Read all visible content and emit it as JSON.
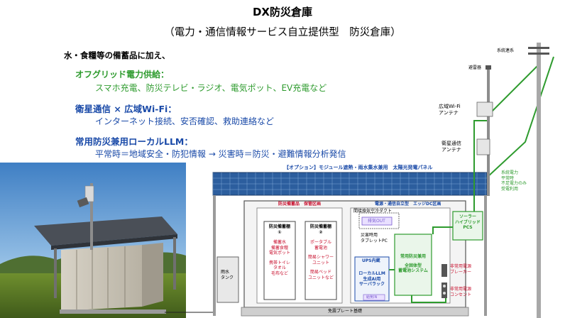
{
  "header": {
    "title": "DX防災倉庫",
    "subtitle": "（電力・通信情報サービス自立提供型　防災倉庫）"
  },
  "features": {
    "intro": "水・食糧等の備蓄品に加え、",
    "items": [
      {
        "heading": "オフグリッド電力供給：",
        "detail": "スマホ充電、防災テレビ・ラジオ、電気ポット、EV充電など"
      },
      {
        "heading": "衛星通信 × 広域Wi-Fi：",
        "detail": "インターネット接続、安否確認、救助連絡など"
      },
      {
        "heading": "常用防災兼用ローカルLLM：",
        "detail": "平常時＝地域安全・防犯情報 → 災害時＝防災・避難情報分析発信"
      }
    ]
  },
  "diagram": {
    "solar_option": "【オプション】モジュール遮熱・雨水集水兼用　太陽光発電パネル",
    "system_grid": "系統連系",
    "lightning_rod": "避雷器",
    "wifi_antenna": [
      "広域Wi-Fi",
      "アンテナ"
    ],
    "satellite_antenna": [
      "衛星通信",
      "アンテナ"
    ],
    "grid_note": [
      "系統電力",
      "平常時",
      "不足電力のみ",
      "受電利用"
    ],
    "zone_left": "防災備蓄品　保管区画",
    "zone_right": "電源・通信自立型　エッジDC区画",
    "ac_duct": "間接換気空冷ダクト",
    "exhaust": "排気OUT",
    "intake": "給気IN",
    "storage1": {
      "title": [
        "防災備蓄棚",
        "①"
      ],
      "lines": [
        "備蓄水",
        "備蓄食糧",
        "電気ポット",
        "",
        "携帯トイレ",
        "タオル",
        "毛布など"
      ]
    },
    "storage2": {
      "title": [
        "防災備蓄棚",
        "②"
      ],
      "lines": [
        "ポータブル",
        "蓄電池",
        "",
        "簡易シャワー",
        "ユニット",
        "",
        "簡易ベッド",
        "ユニットなど"
      ]
    },
    "tablet": [
      "災害時用",
      "タブレットPC"
    ],
    "ups": "UPS内蔵",
    "llm": [
      "ローカルLLM",
      "生成AI用",
      "サーバラック"
    ],
    "battery": [
      "常用防災兼用",
      "",
      "全固体型",
      "蓄電池システム"
    ],
    "pcs": [
      "ソーラー",
      "ハイブリッド",
      "PCS"
    ],
    "breaker": [
      "非常用電源",
      "ブレーカー"
    ],
    "outlet": [
      "非常用電源",
      "コンセント"
    ],
    "rain_tank": [
      "雨水",
      "タンク"
    ],
    "foundation": "免震プレート基礎"
  },
  "colors": {
    "green": "#2e9b2e",
    "blue": "#1a4aa8",
    "red": "#c8102e",
    "panel": "#2c5e9e"
  }
}
